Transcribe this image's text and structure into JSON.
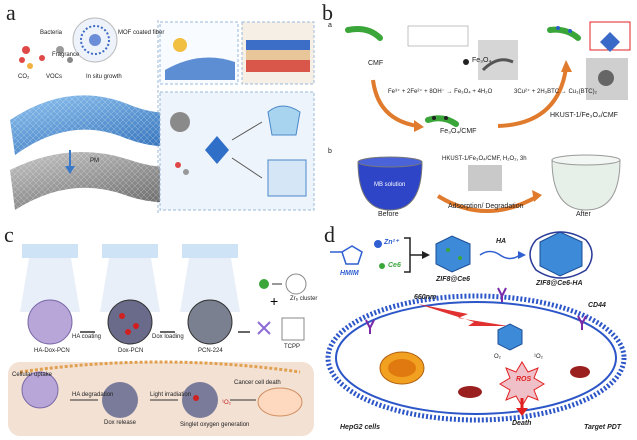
{
  "panel_a": {
    "label": "a",
    "texts": {
      "mof_fiber": "MOF coated fiber",
      "bacteria": "Bacteria",
      "fragrance": "Fragrance",
      "co2": "CO₂",
      "vocs": "VOCs",
      "pm": "PM",
      "in_situ": "In situ growth"
    }
  },
  "panel_b": {
    "label": "b",
    "sub_a": "a",
    "sub_b": "b",
    "cmf": "CMF",
    "fe3o4": "Fe₃O₄",
    "fe3o4_cmf": "Fe₃O₄/CMF",
    "hkust": "HKUST-1/Fe₃O₄/CMF",
    "reaction1": "Fe³⁺ + 2Fe²⁺ + 8OH⁻ → Fe₃O₄ + 4H₂O",
    "reaction2": "3Cu²⁺ + 2H₃BTC → Cu₃(BTC)₂",
    "mb_solution": "MB solution",
    "process": "HKUST-1/Fe₃O₄/CMF, H₂O₂, 3h",
    "before": "Before",
    "adsorption": "Adsorption/ Degradation",
    "after": "After"
  },
  "panel_c": {
    "label": "c",
    "ha_coating": "HA coating",
    "dox_loading": "Dox loading",
    "zr_cluster": "Zr₆ cluster",
    "tcpp": "TCPP",
    "ha_dox_pcn": "HA-Dox-PCN",
    "dox_pcn": "Dox-PCN",
    "pcn224": "PCN-224",
    "cellular_uptake": "Cellular uptake",
    "ha_degradation": "HA degradation",
    "light_irradiation": "Light irradiation",
    "cancer_cell_death": "Cancer cell death",
    "dox_release": "Dox release",
    "singlet_oxygen": "Singlet oxygen generation",
    "singlet_symbol": "¹O₂"
  },
  "panel_d": {
    "label": "d",
    "zn": "Zn²⁺",
    "hmim": "HMIM",
    "ce6": "Ce6",
    "zif8_ce6": "ZIF8@Ce6",
    "ha": "HA",
    "zif8_ce6_ha": "ZIF8@Ce6-HA",
    "nm660": "660nm",
    "cd44": "CD44",
    "ros": "ROS",
    "o2": "O₂",
    "singlet_o2": "¹O₂",
    "death": "Death",
    "hepg2": "HepG2 cells",
    "target_pdt": "Target PDT"
  },
  "colors": {
    "accent_blue": "#2f5fd0",
    "orange_arrow": "#e07a2c",
    "green_fiber": "#3aa63a",
    "membrane_blue": "#2c56c8",
    "ros_red": "#e02020",
    "pink_panel": "#f3e1d4"
  }
}
